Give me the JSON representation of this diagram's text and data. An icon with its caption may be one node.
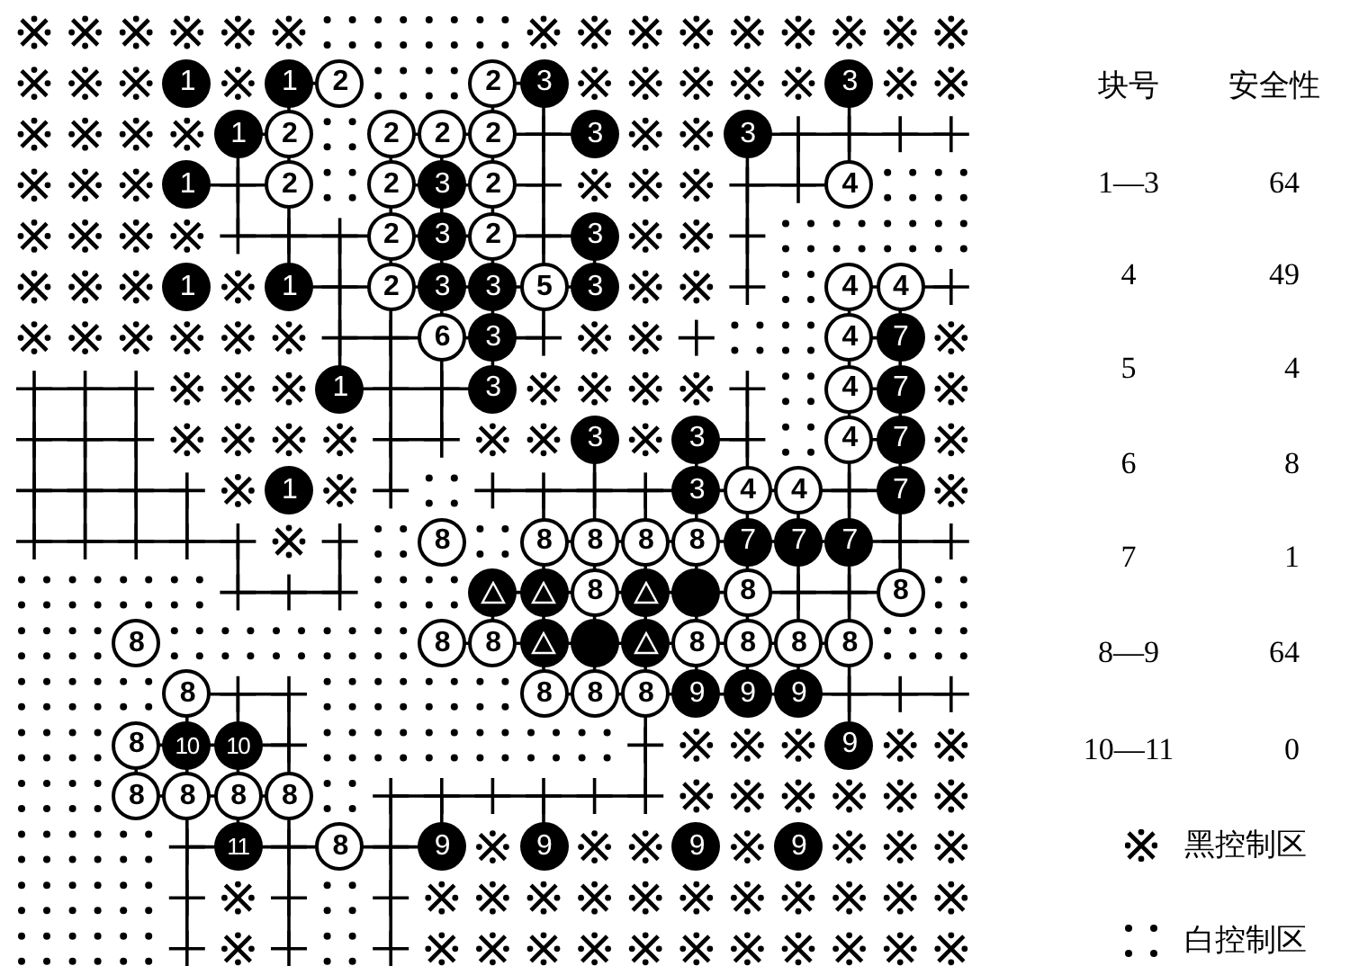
{
  "diagram": {
    "nodes": [
      {
        "text": [
          "1"
        ]
      },
      {
        "text": [
          "1"
        ]
      },
      {
        "text": [
          "2"
        ]
      },
      {
        "text": [
          "2"
        ]
      },
      {
        "text": [
          "3"
        ]
      },
      {
        "text": [
          "3"
        ]
      },
      {
        "text": [
          "1"
        ]
      },
      {
        "text": [
          "2"
        ]
      },
      {
        "text": [
          "2"
        ]
      },
      {
        "text": [
          "2"
        ]
      },
      {
        "text": [
          "2"
        ]
      },
      {
        "text": [
          "3"
        ]
      },
      {
        "text": [
          "3"
        ]
      },
      {
        "text": [
          "1"
        ]
      },
      {
        "text": [
          "2"
        ]
      },
      {
        "text": [
          "2"
        ]
      },
      {
        "text": [
          "3"
        ]
      },
      {
        "text": [
          "2"
        ]
      },
      {
        "text": [
          "4"
        ]
      },
      {
        "text": [
          "2"
        ]
      },
      {
        "text": [
          "3"
        ]
      },
      {
        "text": [
          "2"
        ]
      },
      {
        "text": [
          "3"
        ]
      },
      {
        "text": [
          "1"
        ]
      },
      {
        "text": [
          "1"
        ]
      },
      {
        "text": [
          "2"
        ]
      },
      {
        "text": [
          "3"
        ]
      },
      {
        "text": [
          "3"
        ]
      },
      {
        "text": [
          "5"
        ]
      },
      {
        "text": [
          "3"
        ]
      },
      {
        "text": [
          "4"
        ]
      },
      {
        "text": [
          "4"
        ]
      },
      {
        "text": [
          "6"
        ]
      },
      {
        "text": [
          "3"
        ]
      },
      {
        "text": [
          "4"
        ]
      },
      {
        "text": [
          "7"
        ]
      },
      {
        "text": [
          "1"
        ]
      },
      {
        "text": [
          "3"
        ]
      },
      {
        "text": [
          "4"
        ]
      },
      {
        "text": [
          "7"
        ]
      },
      {
        "text": [
          "3"
        ]
      },
      {
        "text": [
          "3"
        ]
      },
      {
        "text": [
          "4"
        ]
      },
      {
        "text": [
          "7"
        ]
      },
      {
        "text": [
          "1"
        ]
      },
      {
        "text": [
          "3"
        ]
      },
      {
        "text": [
          "4"
        ]
      },
      {
        "text": [
          "4"
        ]
      },
      {
        "text": [
          "7"
        ]
      },
      {
        "text": [
          "8"
        ]
      },
      {
        "text": [
          "8"
        ]
      },
      {
        "text": [
          "8"
        ]
      },
      {
        "text": [
          "8"
        ]
      },
      {
        "text": [
          "8"
        ]
      },
      {
        "text": [
          "7"
        ]
      },
      {
        "text": [
          "7"
        ]
      },
      {
        "text": [
          "7"
        ]
      },
      {
        "text": [],
        "shape": "circle"
      },
      {
        "text": [],
        "shape": "circle"
      },
      {
        "text": [
          "8"
        ]
      },
      {
        "text": [],
        "shape": "circle"
      },
      {
        "text": [],
        "shape": "circle"
      },
      {
        "text": [
          "8"
        ]
      },
      {
        "text": [
          "8"
        ]
      },
      {
        "text": [
          "8"
        ]
      },
      {
        "text": [
          "8"
        ]
      },
      {
        "text": [
          "8"
        ]
      },
      {
        "text": [],
        "shape": "circle"
      },
      {
        "text": [],
        "shape": "circle"
      },
      {
        "text": [],
        "shape": "circle"
      },
      {
        "text": [
          "8"
        ]
      },
      {
        "text": [
          "8"
        ]
      },
      {
        "text": [
          "8"
        ]
      },
      {
        "text": [
          "8"
        ]
      },
      {
        "text": [
          "8"
        ]
      },
      {
        "text": [
          "8"
        ]
      },
      {
        "text": [
          "8"
        ]
      },
      {
        "text": [
          "8"
        ]
      },
      {
        "text": [
          "9"
        ]
      },
      {
        "text": [
          "9"
        ]
      },
      {
        "text": [
          "9"
        ]
      },
      {
        "text": [
          "8"
        ]
      },
      {
        "text": [
          "10"
        ]
      },
      {
        "text": [
          "10"
        ]
      },
      {
        "text": [
          "9"
        ]
      },
      {
        "text": [
          "8"
        ]
      },
      {
        "text": [
          "8"
        ]
      },
      {
        "text": [
          "8"
        ]
      },
      {
        "text": [
          "8"
        ]
      },
      {
        "text": [
          "11"
        ]
      },
      {
        "text": [
          "8"
        ]
      },
      {
        "text": [
          "9"
        ]
      },
      {
        "text": [
          "9"
        ]
      },
      {
        "text": [
          "9"
        ]
      },
      {
        "text": [
          "9"
        ]
      }
    ],
    "labels": [
      "块号",
      "安全性",
      "1—3",
      "64",
      "4",
      "49",
      "5",
      "4",
      "6",
      "8",
      "7",
      "1",
      "8—9",
      "64",
      "10—11",
      "0"
    ],
    "legend": [
      {
        "text": "黑控制区"
      },
      {
        "text": "白控制区"
      }
    ]
  }
}
